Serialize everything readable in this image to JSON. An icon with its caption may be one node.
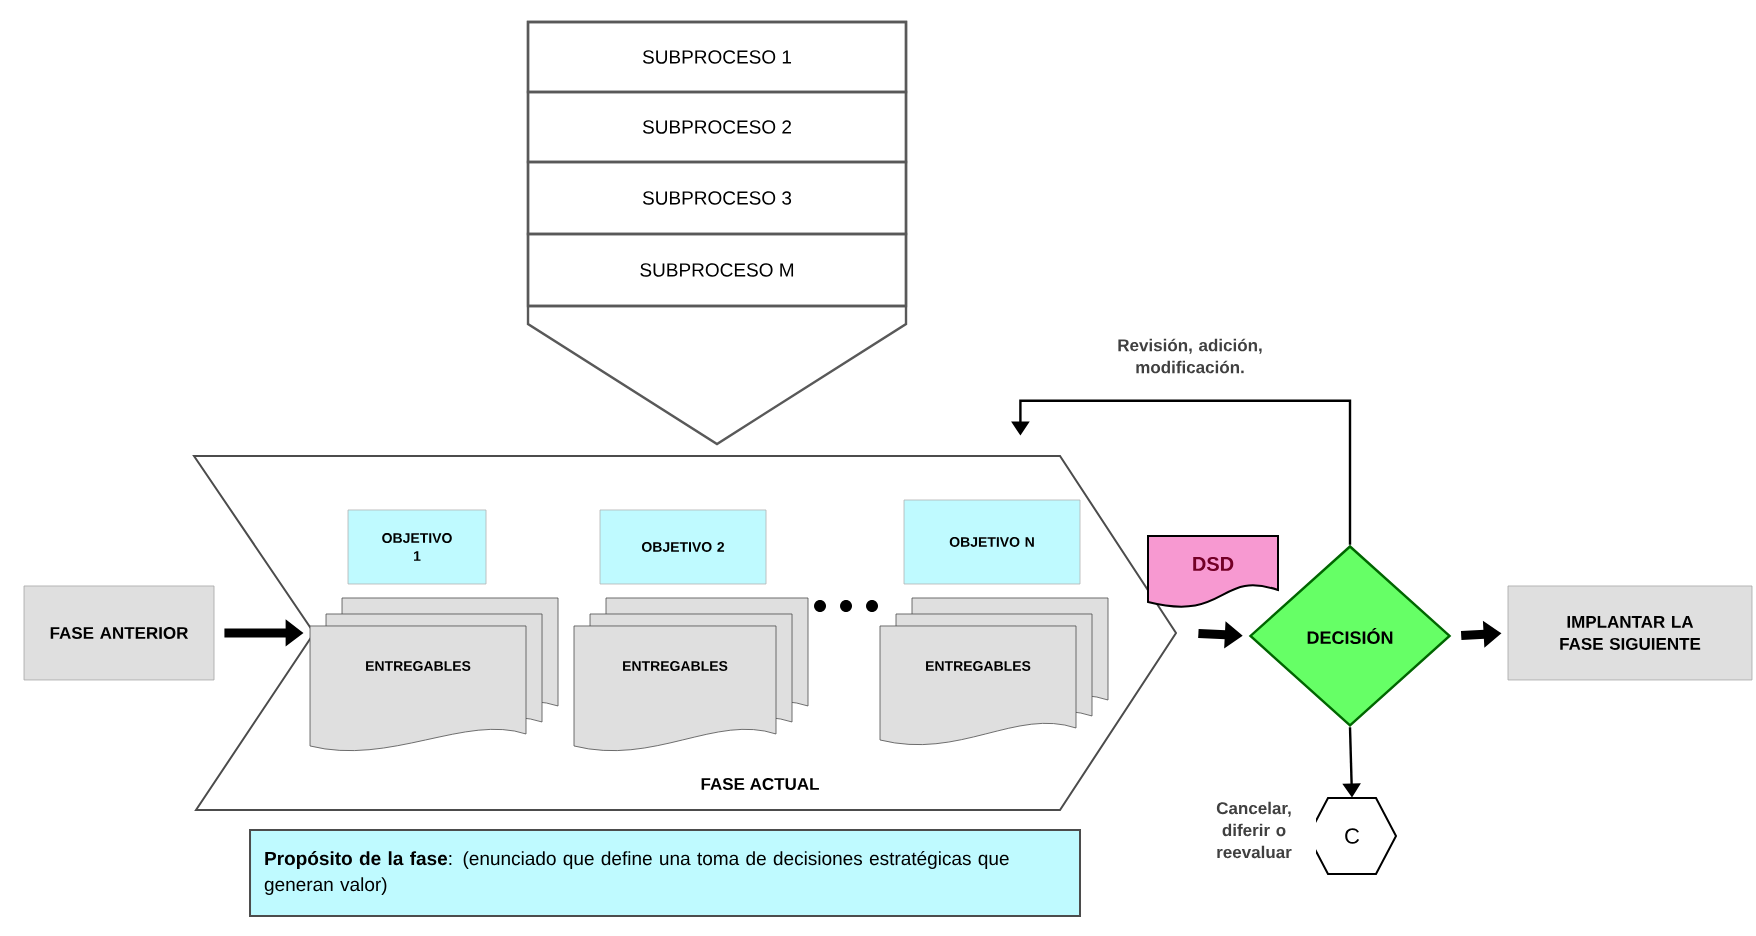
{
  "diagram": {
    "nodes": [
      {
        "text": [],
        "shape": "pentagon"
      },
      {
        "text": [
          "SUBPROCESO 1"
        ],
        "in": 0
      },
      {
        "text": [
          "SUBPROCESO 2"
        ],
        "in": 0
      },
      {
        "text": [
          "SUBPROCESO 3"
        ],
        "in": 0
      },
      {
        "text": [
          "SUBPROCESO M"
        ],
        "in": 0
      },
      {
        "text": [
          "FASE ACTUAL"
        ]
      },
      {
        "text": [
          "OBJETIVO 1"
        ],
        "in": 5
      },
      {
        "text": [
          "ENTREGABLES"
        ],
        "in": 5
      },
      {
        "text": [
          "OBJETIVO 2"
        ],
        "in": 5
      },
      {
        "text": [
          "ENTREGABLES"
        ],
        "in": 5
      },
      {
        "text": [
          "OBJETIVO N"
        ],
        "in": 5
      },
      {
        "text": [
          "ENTREGABLES"
        ],
        "in": 5
      },
      {
        "text": [
          "FASE ANTERIOR"
        ]
      },
      {
        "text": [
          "DECISIÓN"
        ]
      },
      {
        "text": [
          "IMPLANTAR LA FASE SIGUIENTE"
        ]
      },
      {
        "text": [
          "C"
        ]
      },
      {
        "text": [
          "DSD"
        ]
      },
      {
        "text": [
          "**Propósito de la fase**: (enunciado que define una toma de decisiones estratégicas que generan valor)"
        ]
      }
    ],
    "edges": [
      {
        "from": 12,
        "to": 5,
        "arrow": "to"
      },
      {
        "from": 5,
        "to": 13,
        "arrow": "to"
      },
      {
        "from": 13,
        "to": 14,
        "arrow": "to"
      },
      {
        "from": 13,
        "to": 5,
        "arrow": "to",
        "label": "Revisión, adición, modificación."
      },
      {
        "from": 13,
        "to": 15,
        "arrow": "to",
        "label": "Cancelar, diferir o reevaluar"
      }
    ]
  }
}
